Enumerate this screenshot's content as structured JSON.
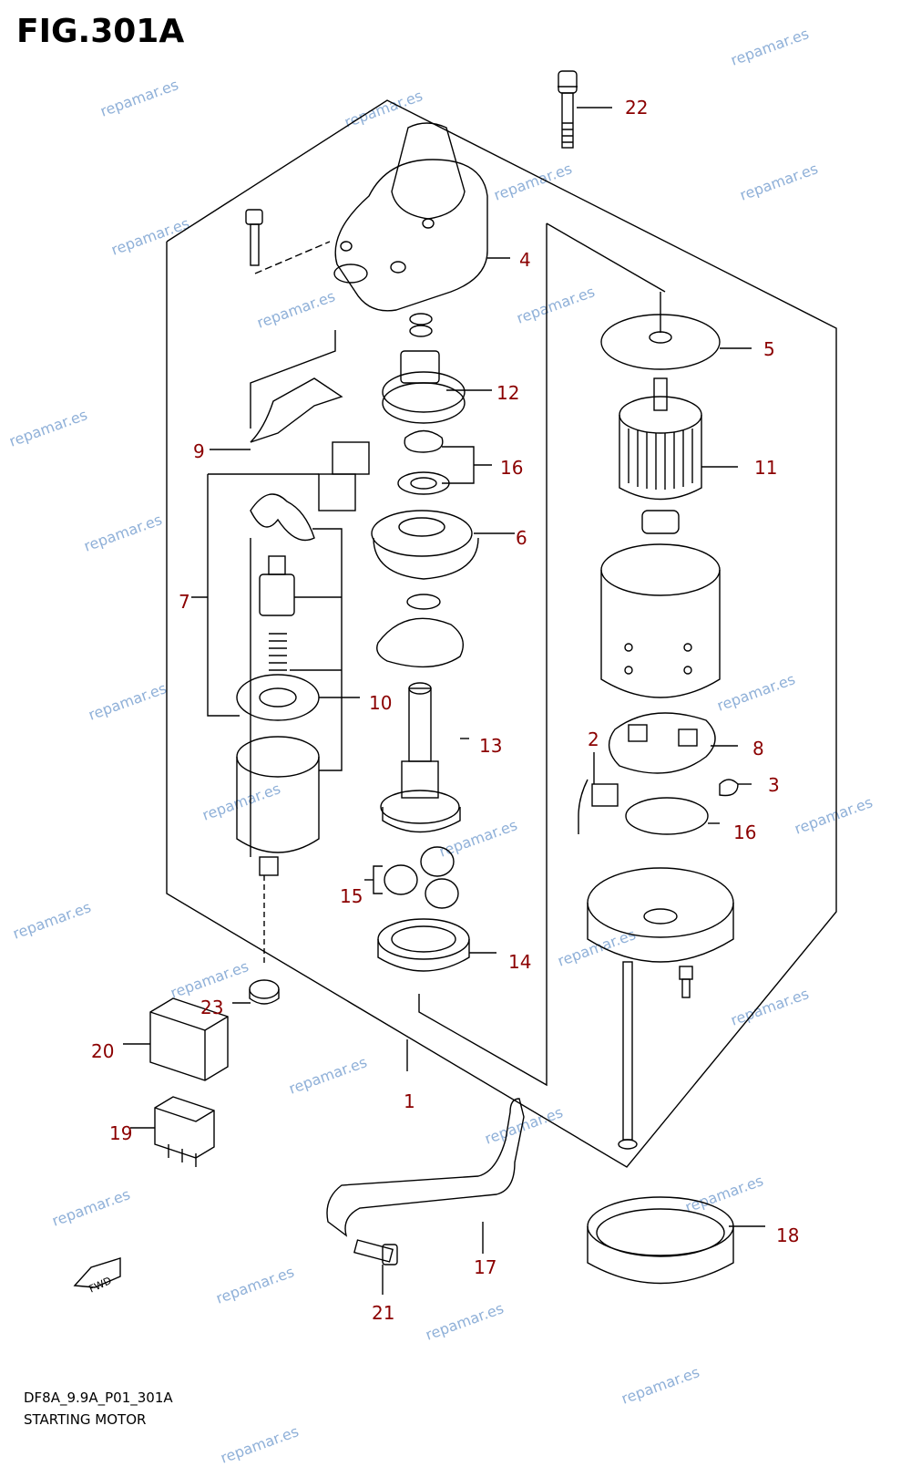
{
  "figure": {
    "title": "FIG.301A",
    "model_code": "DF8A_9.9A_P01_301A",
    "section_name": "STARTING MOTOR"
  },
  "callouts": [
    {
      "id": "1",
      "label": "1"
    },
    {
      "id": "2",
      "label": "2"
    },
    {
      "id": "3",
      "label": "3"
    },
    {
      "id": "4",
      "label": "4"
    },
    {
      "id": "5",
      "label": "5"
    },
    {
      "id": "6",
      "label": "6"
    },
    {
      "id": "7",
      "label": "7"
    },
    {
      "id": "8",
      "label": "8"
    },
    {
      "id": "9",
      "label": "9"
    },
    {
      "id": "10",
      "label": "10"
    },
    {
      "id": "11",
      "label": "11"
    },
    {
      "id": "12",
      "label": "12"
    },
    {
      "id": "13",
      "label": "13"
    },
    {
      "id": "14",
      "label": "14"
    },
    {
      "id": "15",
      "label": "15"
    },
    {
      "id": "16a",
      "label": "16"
    },
    {
      "id": "16b",
      "label": "16"
    },
    {
      "id": "17",
      "label": "17"
    },
    {
      "id": "18",
      "label": "18"
    },
    {
      "id": "19",
      "label": "19"
    },
    {
      "id": "20",
      "label": "20"
    },
    {
      "id": "21",
      "label": "21"
    },
    {
      "id": "22",
      "label": "22"
    },
    {
      "id": "23",
      "label": "23"
    }
  ],
  "fwd_label": "FWD",
  "watermark": "repamar.es",
  "colors": {
    "callout": "#8b0000",
    "line": "#000000",
    "watermark": "#8fb0d8"
  }
}
